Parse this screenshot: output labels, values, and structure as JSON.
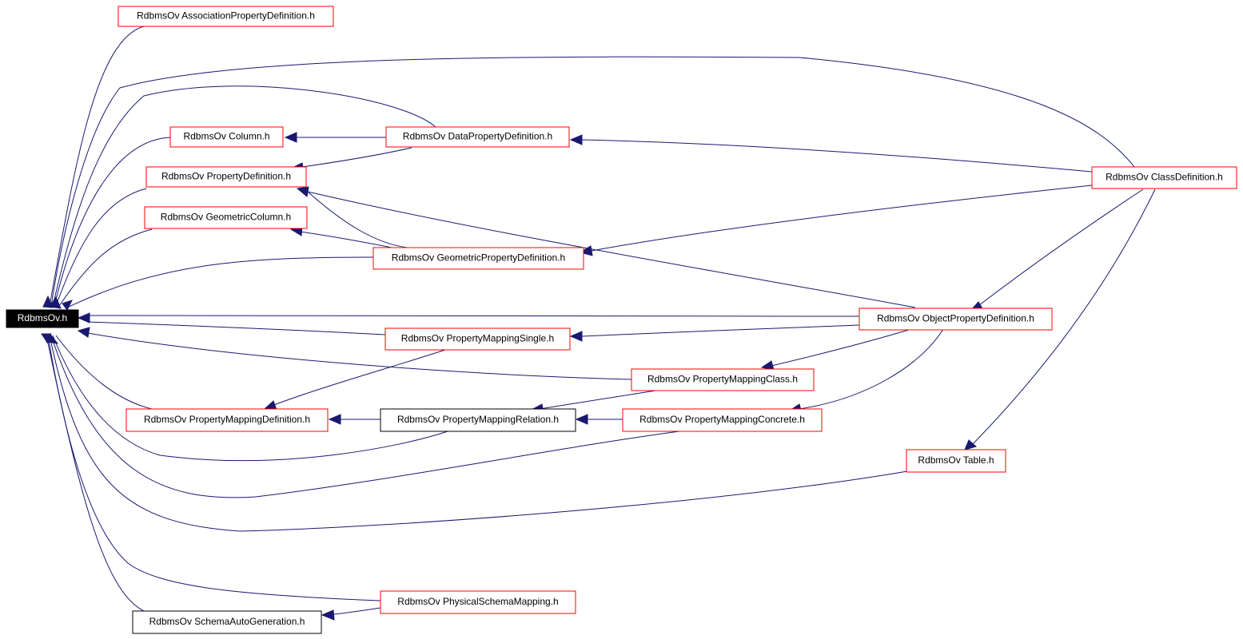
{
  "nodes": {
    "root": "RdbmsOv.h",
    "assoc": "RdbmsOv AssociationPropertyDefinition.h",
    "column": "RdbmsOv Column.h",
    "dataprop": "RdbmsOv DataPropertyDefinition.h",
    "propdef": "RdbmsOv PropertyDefinition.h",
    "classdef": "RdbmsOv ClassDefinition.h",
    "geocol": "RdbmsOv GeometricColumn.h",
    "geoprop": "RdbmsOv GeometricPropertyDefinition.h",
    "objprop": "RdbmsOv ObjectPropertyDefinition.h",
    "pmsingle": "RdbmsOv PropertyMappingSingle.h",
    "pmclass": "RdbmsOv PropertyMappingClass.h",
    "pmdef": "RdbmsOv PropertyMappingDefinition.h",
    "pmrel": "RdbmsOv PropertyMappingRelation.h",
    "pmconc": "RdbmsOv PropertyMappingConcrete.h",
    "table": "RdbmsOv Table.h",
    "physmap": "RdbmsOv PhysicalSchemaMapping.h",
    "autogen": "RdbmsOv SchemaAutoGeneration.h"
  },
  "colors": {
    "edge": "#191970",
    "box_default": "#ff0000",
    "box_complete": "#000000",
    "root_fill": "#000000",
    "root_text": "#ffffff"
  }
}
